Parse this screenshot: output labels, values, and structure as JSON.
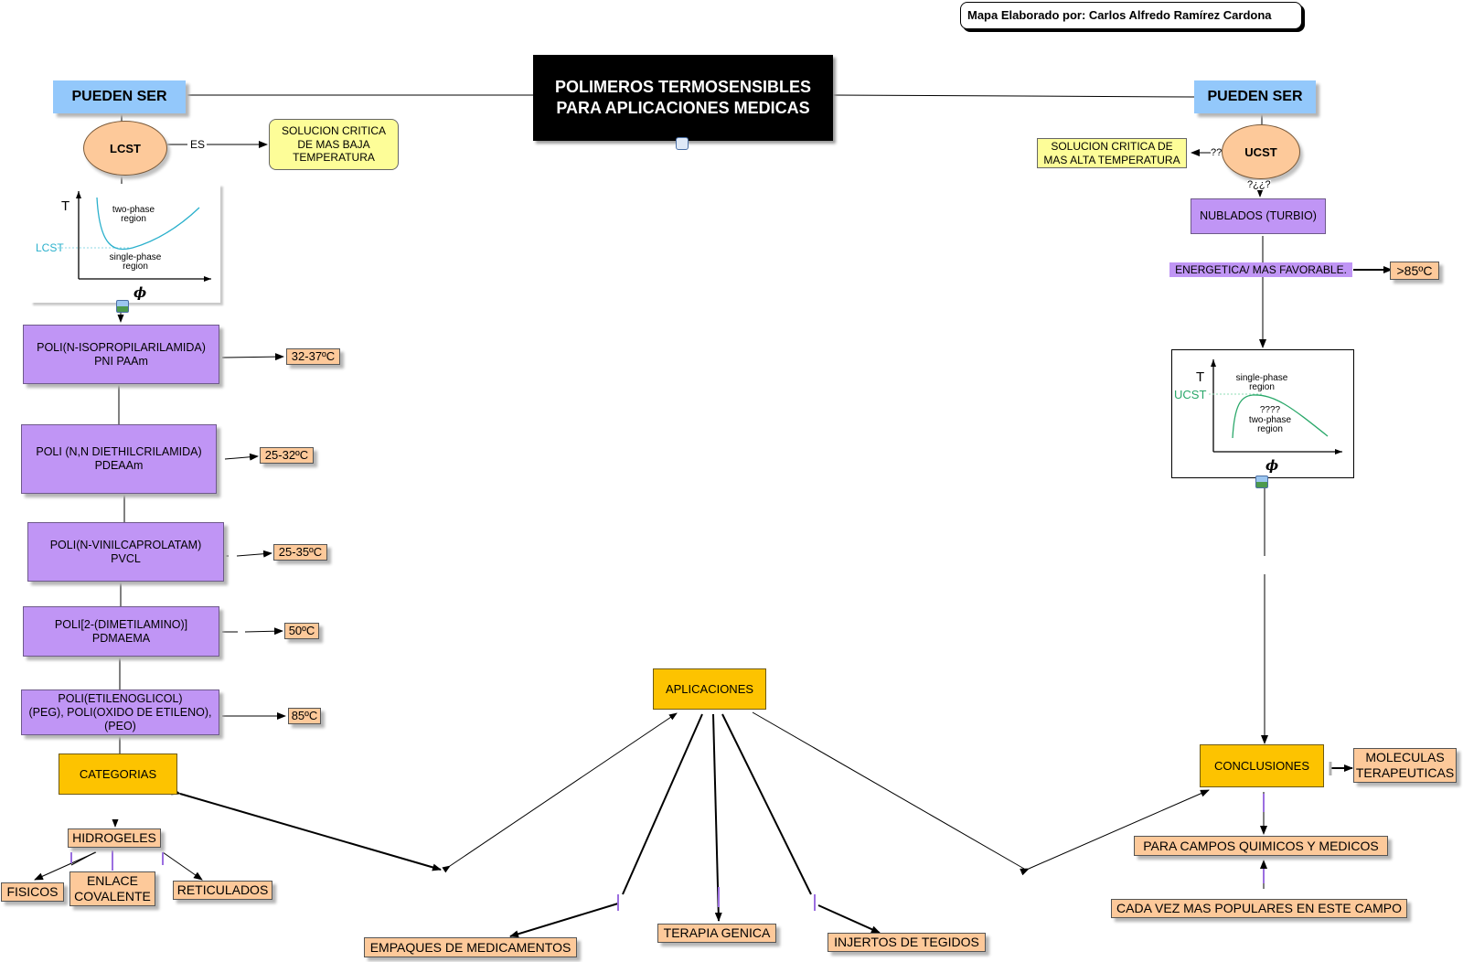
{
  "author": "Mapa Elaborado por: Carlos Alfredo Ramírez Cardona",
  "title": "POLIMEROS TERMOSENSIBLES\nPARA APLICACIONES MEDICAS",
  "left": {
    "pueden_ser": "PUEDEN SER",
    "lcst": "LCST",
    "es_label": "ES",
    "definition": "SOLUCION CRITICA\nDE MAS BAJA\nTEMPERATURA",
    "graph": {
      "t_axis": "T",
      "upper_region": "two-phase\nregion",
      "lower_region": "single-phase\nregion",
      "critical_label": "LCST",
      "x_axis": "ϕ",
      "color": "#2ab0cc"
    },
    "polymers": [
      {
        "name": "POLI(N-ISOPROPILARILAMIDA)\nPNI PAAm",
        "temp": "32-37ºC"
      },
      {
        "name": "POLI (N,N DIETHILCRILAMIDA)\nPDEAAm",
        "temp": "25-32ºC"
      },
      {
        "name": "POLI(N-VINILCAPROLATAM)\nPVCL",
        "temp": "25-35ºC"
      },
      {
        "name": "POLI[2-(DIMETILAMINO)]\nPDMAEMA",
        "temp": "50ºC"
      },
      {
        "name": "POLI(ETILENOGLICOL)\n(PEG), POLI(OXIDO DE ETILENO),\n(PEO)",
        "temp": "85ºC"
      }
    ],
    "categorias": "CATEGORIAS",
    "hidrogeles": "HIDROGELES",
    "fisicos": "FISICOS",
    "enlace": "ENLACE\nCOVALENTE",
    "reticulados": "RETICULADOS"
  },
  "right": {
    "pueden_ser": "PUEDEN SER",
    "ucst": "UCST",
    "definition": "SOLUCION CRITICA DE\nMAS ALTA TEMPERATURA",
    "q_label": "??",
    "q_label2": "?¿¿?",
    "nublados": "NUBLADOS (TURBIO)",
    "energetica": "ENERGETICA/ MAS FAVORABLE.",
    "temp": ">85ºC",
    "graph": {
      "t_axis": "T",
      "upper_region": "single-phase\nregion",
      "lower_region": "????\ntwo-phase\nregion",
      "critical_label": "UCST",
      "x_axis": "ϕ",
      "color": "#2aa86a"
    },
    "conclusiones": "CONCLUSIONES",
    "moleculas": "MOLECULAS\nTERAPEUTICAS",
    "campos": "PARA CAMPOS QUIMICOS Y MEDICOS",
    "populares": "CADA VEZ MAS POPULARES EN ESTE CAMPO"
  },
  "aplicaciones": {
    "label": "APLICACIONES",
    "empaques": "EMPAQUES DE MEDICAMENTOS",
    "terapia": "TERAPIA GENICA",
    "injertos": "INJERTOS DE TEGIDOS"
  }
}
